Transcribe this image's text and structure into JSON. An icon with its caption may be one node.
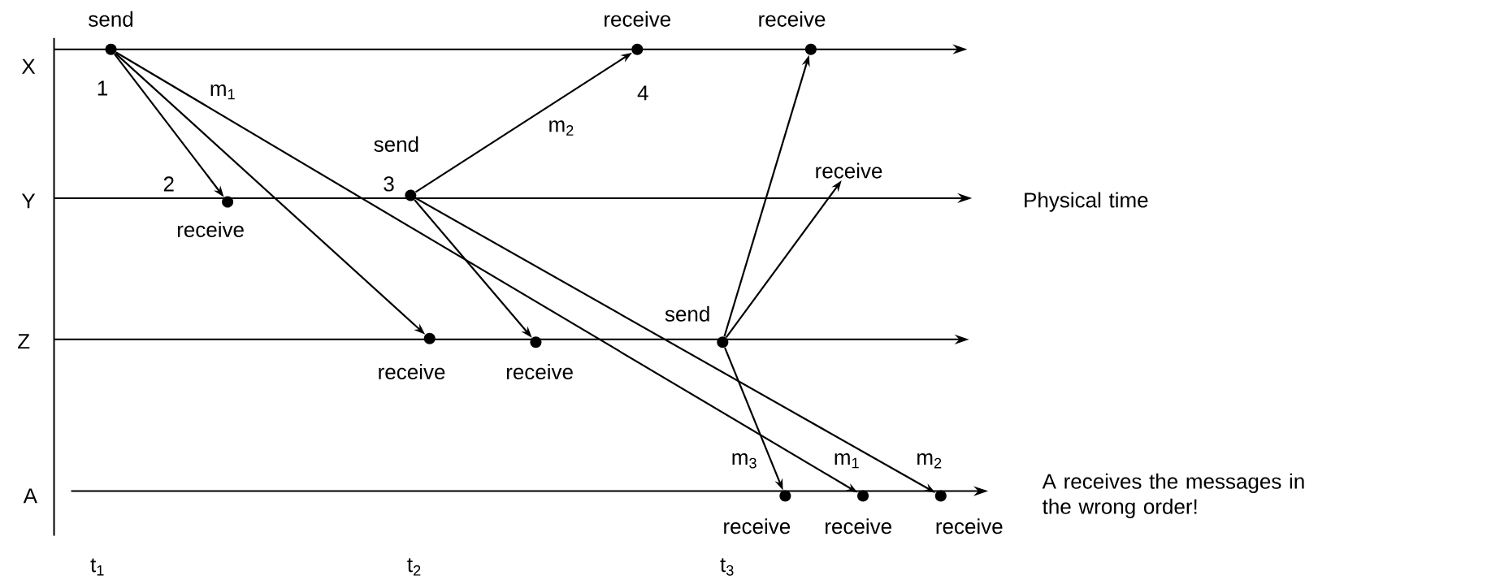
{
  "diagram": {
    "nodes": [
      {
        "text": [],
        "shape": "circle",
        "beside": [
          "send",
          "1"
        ]
      },
      {
        "text": [],
        "shape": "circle",
        "beside": [
          "receive",
          "4"
        ]
      },
      {
        "text": [],
        "shape": "circle",
        "beside": [
          "receive"
        ]
      },
      {
        "text": [],
        "shape": "circle",
        "beside": [
          "2",
          "receive"
        ]
      },
      {
        "text": [],
        "shape": "circle",
        "beside": [
          "send",
          "3"
        ]
      },
      {
        "text": [
          "receive"
        ]
      },
      {
        "text": [],
        "shape": "circle",
        "beside": [
          "receive"
        ]
      },
      {
        "text": [],
        "shape": "circle",
        "beside": [
          "receive"
        ]
      },
      {
        "text": [],
        "shape": "circle",
        "beside": [
          "send"
        ]
      },
      {
        "text": [],
        "shape": "circle",
        "beside": [
          "receive"
        ]
      },
      {
        "text": [],
        "shape": "circle",
        "beside": [
          "receive"
        ]
      },
      {
        "text": [],
        "shape": "circle",
        "beside": [
          "receive"
        ]
      }
    ],
    "edges": [
      {
        "from": 0,
        "to": 3,
        "arrow": "to"
      },
      {
        "from": 0,
        "to": 6,
        "arrow": "to"
      },
      {
        "from": 0,
        "to": 10,
        "arrow": "to",
        "label": "m$_{1}$"
      },
      {
        "from": 4,
        "to": 1,
        "arrow": "to",
        "label": "m$_{2}$"
      },
      {
        "from": 4,
        "to": 7,
        "arrow": "to"
      },
      {
        "from": 4,
        "to": 11,
        "arrow": "to"
      },
      {
        "from": 8,
        "to": 2,
        "arrow": "to"
      },
      {
        "from": 8,
        "to": 5,
        "arrow": "to"
      },
      {
        "from": 8,
        "to": 9,
        "arrow": "to"
      }
    ],
    "labels": [
      "X",
      "Y",
      "Z",
      "A",
      "m$_{3}$",
      "m$_{1}$",
      "m$_{2}$",
      "Physical time",
      "A receives the messages in the wrong order!",
      "t$_{1}$",
      "t$_{2}$",
      "t$_{3}$"
    ]
  }
}
